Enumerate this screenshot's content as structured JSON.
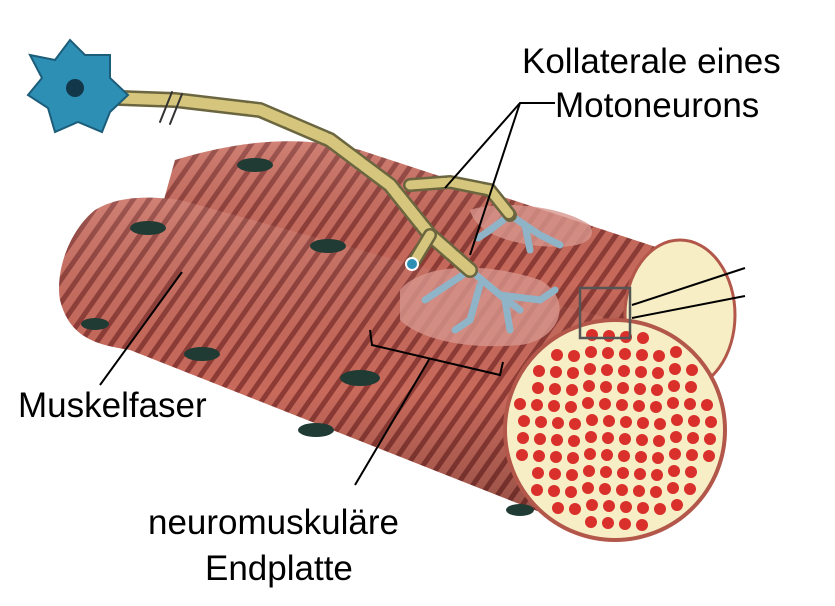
{
  "labels": {
    "collaterals_line1": "Kollaterale eines",
    "collaterals_line2": "Motoneurons",
    "muscle_fiber": "Muskelfaser",
    "endplate_line1": "neuromuskuläre",
    "endplate_line2": "Endplatte"
  },
  "colors": {
    "fiber_base": "#c86a5c",
    "fiber_stripe": "#8e3b35",
    "nucleus": "#1f3b33",
    "cross_section": "#f7eec6",
    "myofibril": "#d9302b",
    "axon_sheath": "#d6c57c",
    "neuron_body": "#2e8fb5",
    "terminal_branch": "#8fb4c8"
  }
}
